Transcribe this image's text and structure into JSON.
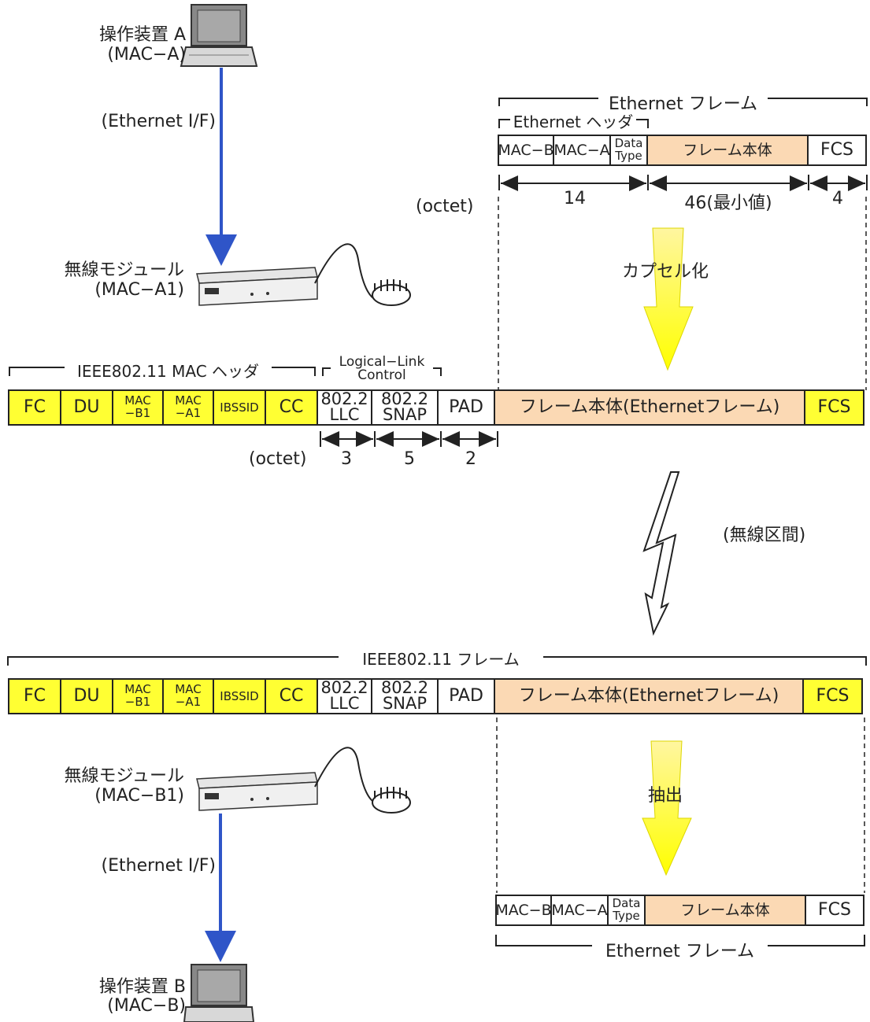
{
  "top": {
    "device_a_name": "操作装置 A",
    "device_a_mac": "(MAC−A)",
    "link_label": "(Ethernet I/F)",
    "module_name": "無線モジュール",
    "module_mac": "(MAC−A1)"
  },
  "eth_top": {
    "frame_label": "Ethernet フレーム",
    "header_label": "Ethernet ヘッダ",
    "cells": [
      "MAC−B",
      "MAC−A",
      "Data\nType",
      "フレーム本体",
      "FCS"
    ],
    "unit": "(octet)",
    "sizes": [
      "14",
      "46(最小値)",
      "4"
    ],
    "encap_label": "カプセル化"
  },
  "ieee_top": {
    "mac_header_label": "IEEE802.11 MAC ヘッダ",
    "llc_label": "Logical−Link\nControl",
    "cells": [
      "FC",
      "DU",
      "MAC\n−B1",
      "MAC\n−A1",
      "IBSSID",
      "CC",
      "802.2\nLLC",
      "802.2\nSNAP",
      "PAD",
      "フレーム本体(Ethernetフレーム)",
      "FCS"
    ],
    "unit": "(octet)",
    "sizes": [
      "3",
      "5",
      "2"
    ]
  },
  "wireless_label": "(無線区間)",
  "ieee_bottom": {
    "frame_label": "IEEE802.11 フレーム",
    "cells": [
      "FC",
      "DU",
      "MAC\n−B1",
      "MAC\n−A1",
      "IBSSID",
      "CC",
      "802.2\nLLC",
      "802.2\nSNAP",
      "PAD",
      "フレーム本体(Ethernetフレーム)",
      "FCS"
    ]
  },
  "bottom": {
    "module_name": "無線モジュール",
    "module_mac": "(MAC−B1)",
    "link_label": "(Ethernet I/F)",
    "device_b_name": "操作装置 B",
    "device_b_mac": "(MAC−B)",
    "extract_label": "抽出"
  },
  "eth_bottom": {
    "cells": [
      "MAC−B",
      "MAC−A",
      "Data\nType",
      "フレーム本体",
      "FCS"
    ],
    "frame_label": "Ethernet フレーム"
  },
  "colors": {
    "yellow": "#ffff33",
    "peach": "#fbd9b4",
    "arrow_blue": "#2f55c8"
  }
}
